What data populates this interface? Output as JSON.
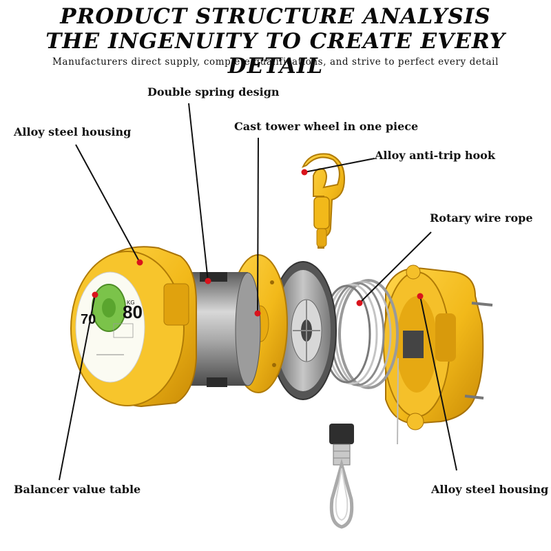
{
  "header": {
    "title_line1": "PRODUCT STRUCTURE ANALYSIS",
    "title_line2": "THE INGENUITY TO CREATE EVERY DETAIL",
    "subtitle": "Manufacturers direct supply, complete qualifications, and strive to perfect every detail"
  },
  "labels": {
    "double_spring": "Double spring design",
    "housing_left": "Alloy steel housing",
    "tower_wheel": "Cast tower wheel in one piece",
    "anti_trip_hook": "Alloy anti-trip hook",
    "rotary_rope": "Rotary wire rope",
    "balancer_table": "Balancer value table",
    "housing_right": "Alloy steel housing"
  },
  "product": {
    "dial_left": "70",
    "dial_right": "80",
    "dial_unit": "KG"
  },
  "colors": {
    "housing_yellow": "#f2b91a",
    "marker_red": "#d9131c",
    "steel": "#8f8f8f"
  }
}
